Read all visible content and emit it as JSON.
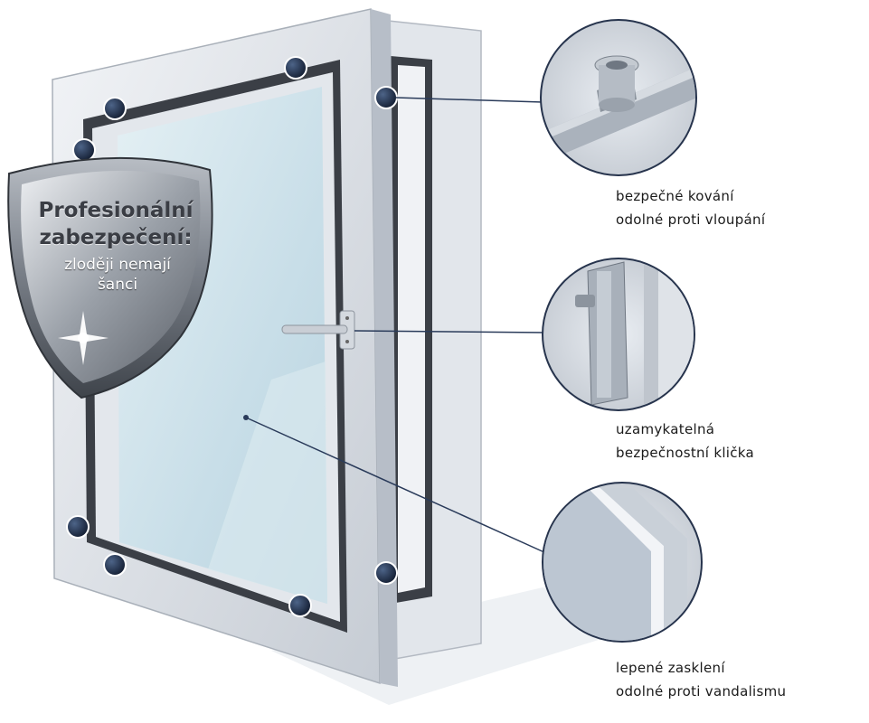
{
  "shield": {
    "title_line1": "Profesionální",
    "title_line2": "zabezpečení:",
    "sub_line1": "zloději nemají",
    "sub_line2": "šanci"
  },
  "callouts": [
    {
      "line1": "bezpečné kování",
      "line2": "odolné proti vloupání"
    },
    {
      "line1": "uzamykatelná",
      "line2": "bezpečnostní klička"
    },
    {
      "line1": "lepené zasklení",
      "line2": "odolné proti vandalismu"
    }
  ],
  "colors": {
    "frame": "#d9dde4",
    "frame_shadow": "#aeb4bd",
    "seal": "#3b3f46",
    "glass": "#cfe3ec",
    "dot": "#1e2f4d",
    "line": "#2a3b5a"
  }
}
